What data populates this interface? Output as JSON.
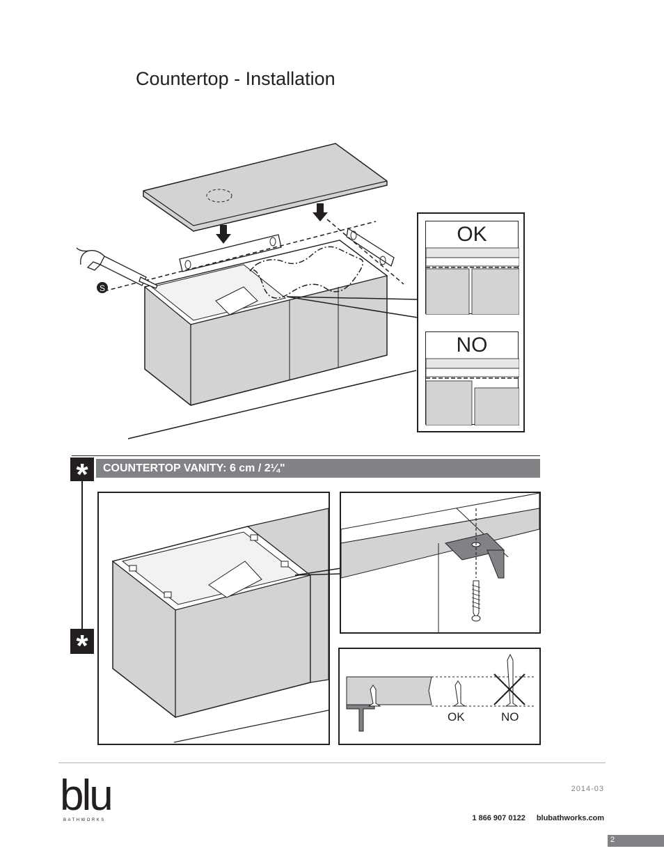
{
  "page": {
    "title": "Countertop - Installation",
    "step_marker": "S"
  },
  "comparison": {
    "ok_label": "OK",
    "no_label": "NO"
  },
  "section": {
    "title": "COUNTERTOP VANITY: 6 cm / 2¼\"",
    "star_icon": "asterisk-icon"
  },
  "screw_detail": {
    "ok_label": "OK",
    "no_label": "NO"
  },
  "footer": {
    "logo_text": "blu",
    "logo_subtext": "BATHWORKS",
    "date": "2014-03",
    "phone": "1 866 907 0122",
    "website": "blubathworks.com",
    "page_number": "2"
  },
  "colors": {
    "ink": "#231f20",
    "panel_fill": "#d1d3d4",
    "section_bar": "#808285"
  }
}
